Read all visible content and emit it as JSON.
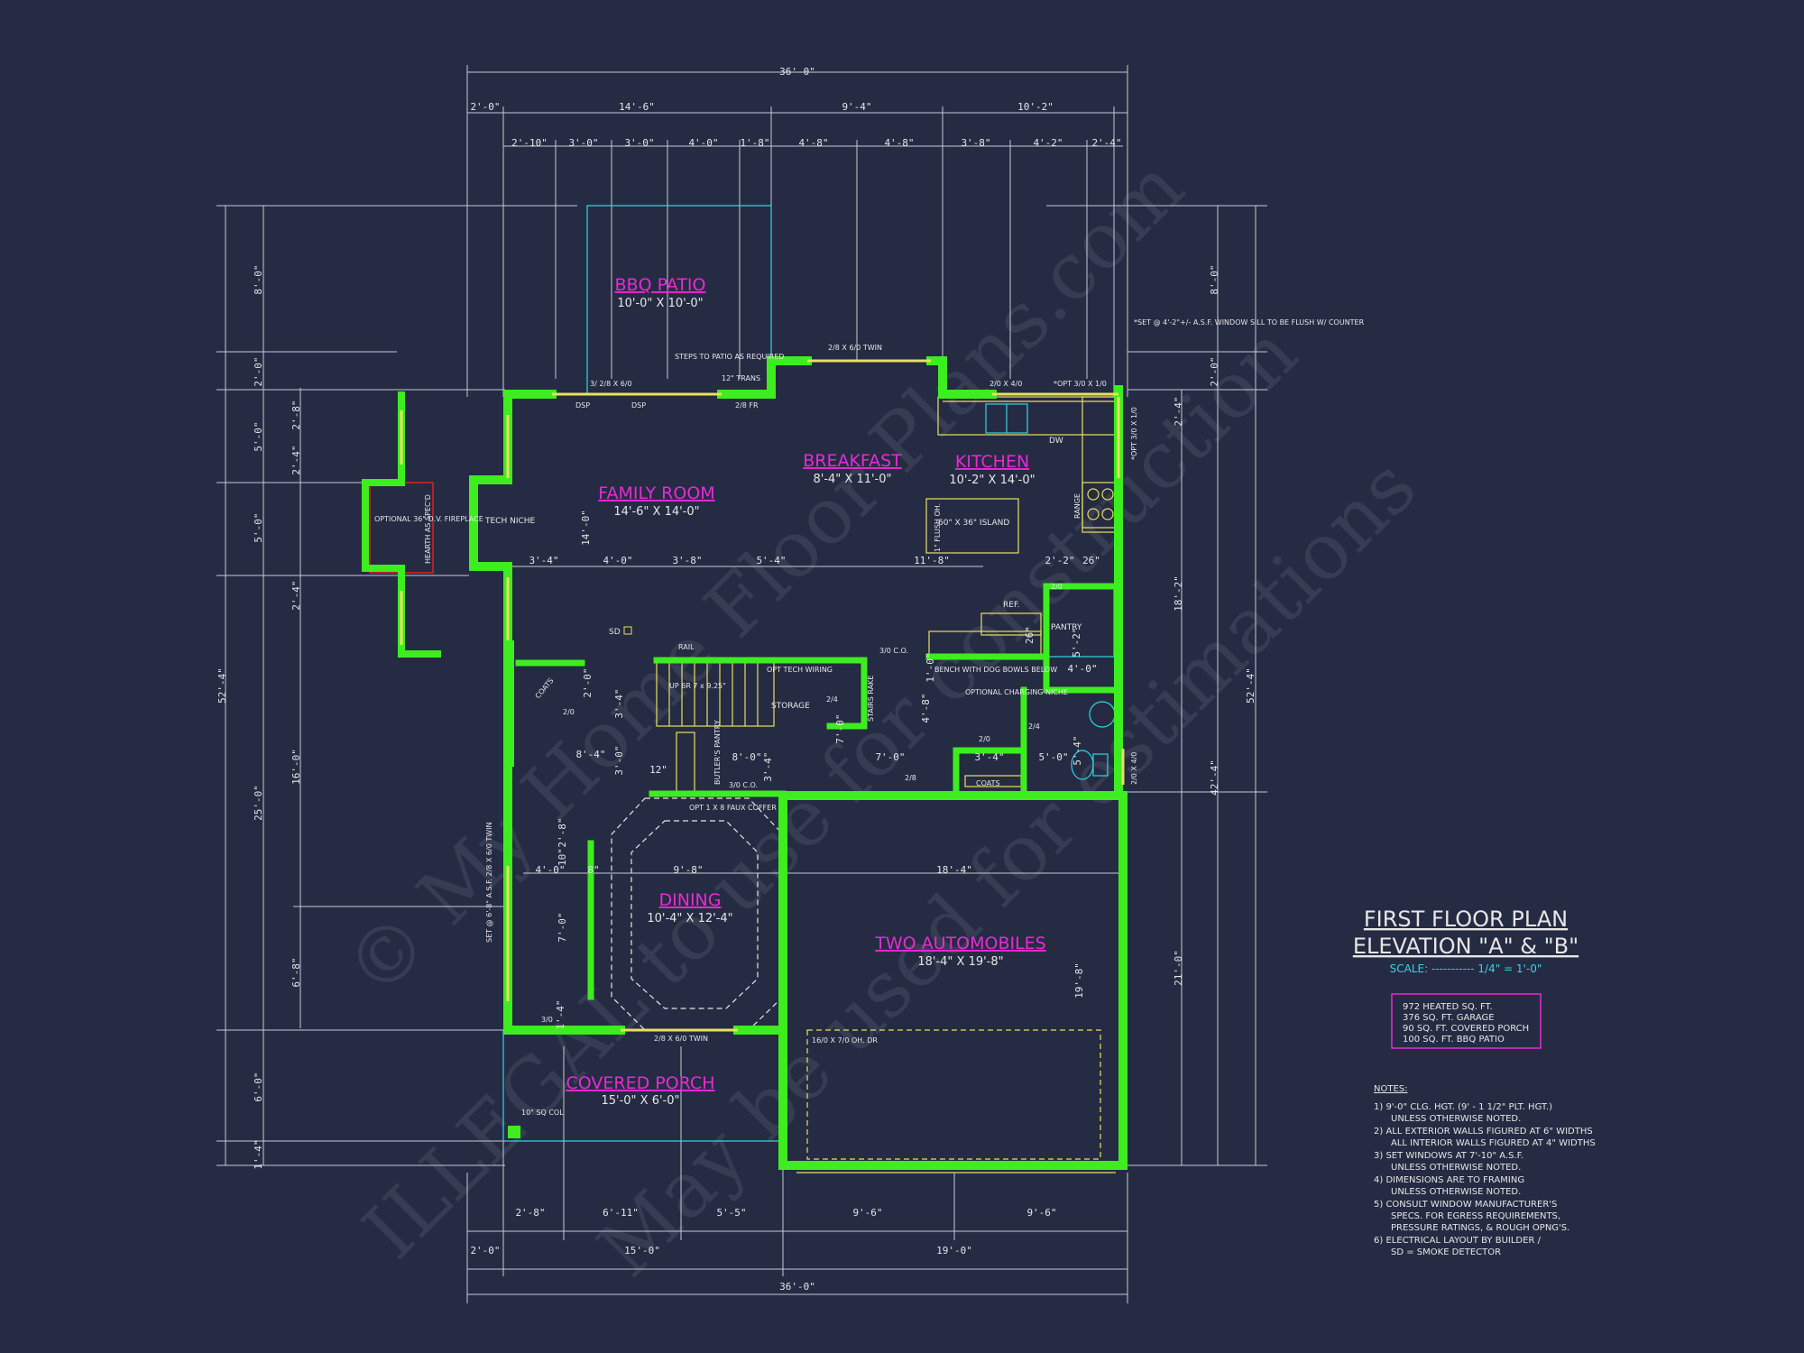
{
  "title": {
    "line1": "FIRST FLOOR PLAN",
    "line2": "ELEVATION \"A\" & \"B\"",
    "scale": "SCALE: ----------- 1/4\" = 1'-0\""
  },
  "area_summary": [
    "972 HEATED SQ. FT.",
    "376 SQ. FT. GARAGE",
    "90 SQ. FT. COVERED PORCH",
    "100 SQ. FT. BBQ PATIO"
  ],
  "notes": {
    "heading": "NOTES:",
    "lines": [
      "1) 9'-0\" CLG. HGT. (9' - 1 1/2\" PLT. HGT.)",
      "UNLESS OTHERWISE NOTED.",
      "2) ALL EXTERIOR WALLS FIGURED AT 6\" WIDTHS",
      "ALL INTERIOR WALLS FIGURED AT 4\" WIDTHS",
      "3) SET WINDOWS AT 7'-10\" A.S.F.",
      "UNLESS OTHERWISE NOTED.",
      "4) DIMENSIONS ARE TO FRAMING",
      "UNLESS OTHERWISE NOTED.",
      "5) CONSULT WINDOW MANUFACTURER'S",
      "SPECS. FOR EGRESS REQUIREMENTS,",
      "PRESSURE RATINGS, & ROUGH OPNG'S.",
      "6) ELECTRICAL LAYOUT BY BUILDER /",
      "SD = SMOKE DETECTOR"
    ]
  },
  "rooms": {
    "bbq_patio": {
      "name": "BBQ PATIO",
      "size": "10'-0\" X 10'-0\""
    },
    "family_room": {
      "name": "FAMILY ROOM",
      "size": "14'-6\" X 14'-0\""
    },
    "breakfast": {
      "name": "BREAKFAST",
      "size": "8'-4\" X 11'-0\""
    },
    "kitchen": {
      "name": "KITCHEN",
      "size": "10'-2\" X 14'-0\""
    },
    "dining": {
      "name": "DINING",
      "size": "10'-4\" X 12'-4\""
    },
    "garage": {
      "name": "TWO AUTOMOBILES",
      "size": "18'-4\" X 19'-8\""
    },
    "covered_porch": {
      "name": "COVERED PORCH",
      "size": "15'-0\" X 6'-0\""
    }
  },
  "labels": {
    "tech_niche": "TECH NICHE",
    "fireplace": "OPTIONAL 36\" D.V. FIREPLACE",
    "hearth": "HEARTH AS SPEC'D",
    "island": "60\" X 36\" ISLAND",
    "island_flush": "1\" FLUSH OH.",
    "storage": "STORAGE",
    "opt_tech": "OPT TECH WIRING",
    "pantry": "PANTRY",
    "ref": "REF.",
    "range": "RANGE",
    "dw": "DW",
    "bench": "BENCH WITH DOG BOWLS BELOW",
    "charging": "OPTIONAL CHARGING NICHE",
    "coats1": "COATS",
    "coats2": "COATS",
    "butlers": "BUTLER'S PANTRY",
    "stairs_rake": "STAIRS RAKE",
    "up": "UP 6R 7 x 9.25\"",
    "rail": "RAIL",
    "sd": "SD",
    "faux_coffer": "OPT 1 X 8 FAUX COFFER",
    "steps_patio": "STEPS TO PATIO AS REQUIRED",
    "trans": "12\" TRANS",
    "win_twin_top": "2/8 X 6/0 TWIN",
    "win_kitchen": "2/0 X 4/0",
    "win_opt": "*OPT 3/0 X 1/0",
    "win_set_note": "*SET @ 4'-2\"+/- A.S.F. WINDOW SILL TO BE FLUSH W/ COUNTER",
    "win_porch": "2/8 X 6/0 TWIN",
    "garage_door": "16/0 X 7/0 OH. DR",
    "col": "10\" SQ COL",
    "win_31": "3/ 2/8 X 6/0",
    "dsp1": "DSP",
    "dsp2": "DSP",
    "fr": "2/8 FR",
    "co1": "3/0 C.O.",
    "co2": "3/0 C.O.",
    "win_dining": "SET @ 6'-8\" A.S.F. 2/8 X 6/0 TWIN",
    "win_bath": "2/0 X 4/0",
    "win_side": "*OPT 3/0 X 1/0",
    "d_20a": "2/0",
    "d_24a": "2/4",
    "d_24b": "2/4",
    "d_28": "2/8",
    "d_20b": "2/0",
    "d_20c": "2/0",
    "d_30": "3/0"
  },
  "dimensions": {
    "top_overall": "36'-0\"",
    "top_row1": [
      "2'-0\"",
      "14'-6\"",
      "9'-4\"",
      "10'-2\""
    ],
    "top_row2": [
      "2'-10\"",
      "3'-0\"",
      "3'-0\"",
      "4'-0\"",
      "1'-8\"",
      "4'-8\"",
      "4'-8\"",
      "3'-8\"",
      "4'-2\"",
      "2'-4\""
    ],
    "bottom_row1": [
      "2'-8\"",
      "6'-11\"",
      "5'-5\"",
      "9'-6\"",
      "9'-6\""
    ],
    "bottom_row2": [
      "2'-0\"",
      "15'-0\"",
      "19'-0\""
    ],
    "bottom_overall": "36'-0\"",
    "left_overall": "52'-4\"",
    "left_row1": [
      "8'-0\"",
      "2'-0\"",
      "5'-0\"",
      "5'-0\"",
      "25'-0\"",
      "6'-0\"",
      "1'-4\""
    ],
    "left_row2": [
      "2'-8\"",
      "2'-4\"",
      "2'-4\"",
      "16'-0\"",
      "6'-8\""
    ],
    "right_overall": "52'-4\"",
    "right_row1": [
      "8'-0\"",
      "2'-0\"",
      "2'-4\"",
      "18'-2\"",
      "21'-0\""
    ],
    "right_row2": [
      "42'-4\""
    ],
    "interior": [
      "3'-4\"",
      "4'-0\"",
      "3'-8\"",
      "5'-4\"",
      "11'-8\"",
      "2'-2\"",
      "26\"",
      "14'-0\"",
      "4'-0\"",
      "5'-2\"",
      "2'-0\"",
      "3'-4\"",
      "8'-4\"",
      "3'-0\"",
      "12\"",
      "8'-0\"",
      "3'-4\"",
      "7'-0\"",
      "4'-8\"",
      "3'-4\"",
      "5'-0\"",
      "5'-4\"",
      "2'-8\"",
      "4'-0\"",
      "9'-8\"",
      "18'-4\"",
      "7'-0\"",
      "19'-8\"",
      "1'-4\"",
      "10\"",
      "8\"",
      "26\"",
      "7'-0\"",
      "1'-0\""
    ]
  },
  "watermark": [
    "© My Home Floor Plans.com",
    "ILLEGAL to use for construction",
    "May be used for estimations"
  ],
  "colors": {
    "background": "#252b42",
    "walls": "#3ded1f",
    "dim_lines": "#c8c8d8",
    "room_names": "#e82ad6",
    "fixtures": "#e8e060",
    "cyan": "#2fd6e6",
    "fireplace": "#e02020"
  }
}
